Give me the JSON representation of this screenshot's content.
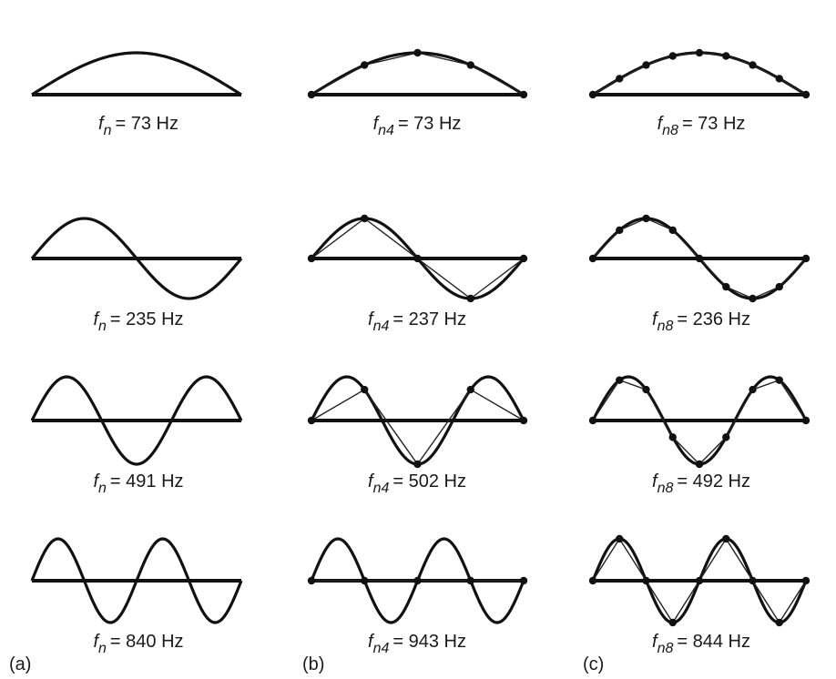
{
  "columns": [
    {
      "tag": "(a)",
      "segments": 0,
      "rows": [
        {
          "mode": 1,
          "label": {
            "f": "f",
            "sub": "n",
            "value": "= 73 Hz"
          }
        },
        {
          "mode": 2,
          "label": {
            "f": "f",
            "sub": "n",
            "value": "= 235 Hz"
          }
        },
        {
          "mode": 3,
          "label": {
            "f": "f",
            "sub": "n",
            "value": "= 491 Hz"
          }
        },
        {
          "mode": 4,
          "label": {
            "f": "f",
            "sub": "n",
            "value": "= 840 Hz"
          }
        }
      ]
    },
    {
      "tag": "(b)",
      "segments": 4,
      "rows": [
        {
          "mode": 1,
          "label": {
            "f": "f",
            "sub": "n4",
            "value": "= 73 Hz"
          }
        },
        {
          "mode": 2,
          "label": {
            "f": "f",
            "sub": "n4",
            "value": "= 237 Hz"
          }
        },
        {
          "mode": 3,
          "label": {
            "f": "f",
            "sub": "n4",
            "value": "= 502 Hz"
          }
        },
        {
          "mode": 4,
          "label": {
            "f": "f",
            "sub": "n4",
            "value": "= 943 Hz"
          }
        }
      ]
    },
    {
      "tag": "(c)",
      "segments": 8,
      "rows": [
        {
          "mode": 1,
          "label": {
            "f": "f",
            "sub": "n8",
            "value": "= 73 Hz"
          }
        },
        {
          "mode": 2,
          "label": {
            "f": "f",
            "sub": "n8",
            "value": "= 236 Hz"
          }
        },
        {
          "mode": 3,
          "label": {
            "f": "f",
            "sub": "n8",
            "value": "= 492 Hz"
          }
        },
        {
          "mode": 4,
          "label": {
            "f": "f",
            "sub": "n8",
            "value": "= 844 Hz"
          }
        }
      ]
    }
  ]
}
